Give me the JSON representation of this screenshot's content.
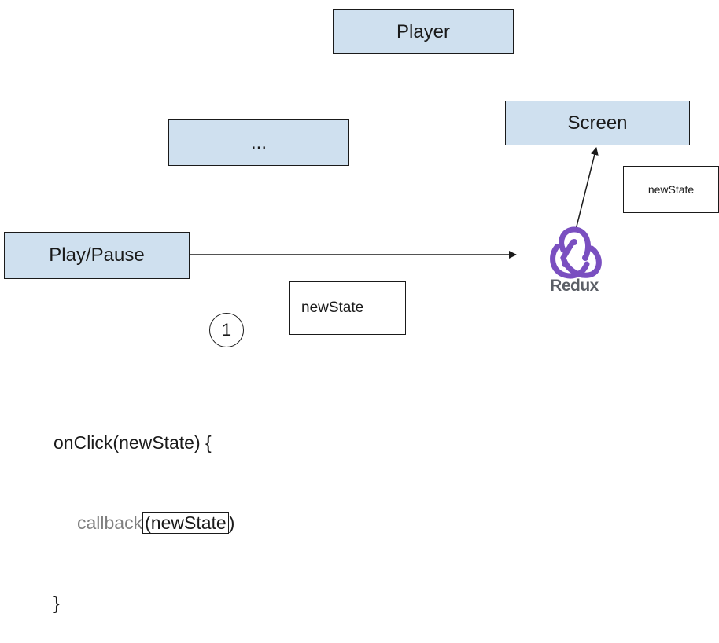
{
  "nodes": {
    "player": "Player",
    "dots": "...",
    "screen": "Screen",
    "playpause": "Play/Pause"
  },
  "notes": {
    "redux_state": "newState",
    "action_state": "newState"
  },
  "step_marker": "1",
  "redux_label": "Redux",
  "code": {
    "line1": "onClick(newState) {",
    "callback_fn": "callback",
    "open_paren": "(",
    "arg": "newState",
    "close_paren": ")",
    "line3": "}"
  }
}
